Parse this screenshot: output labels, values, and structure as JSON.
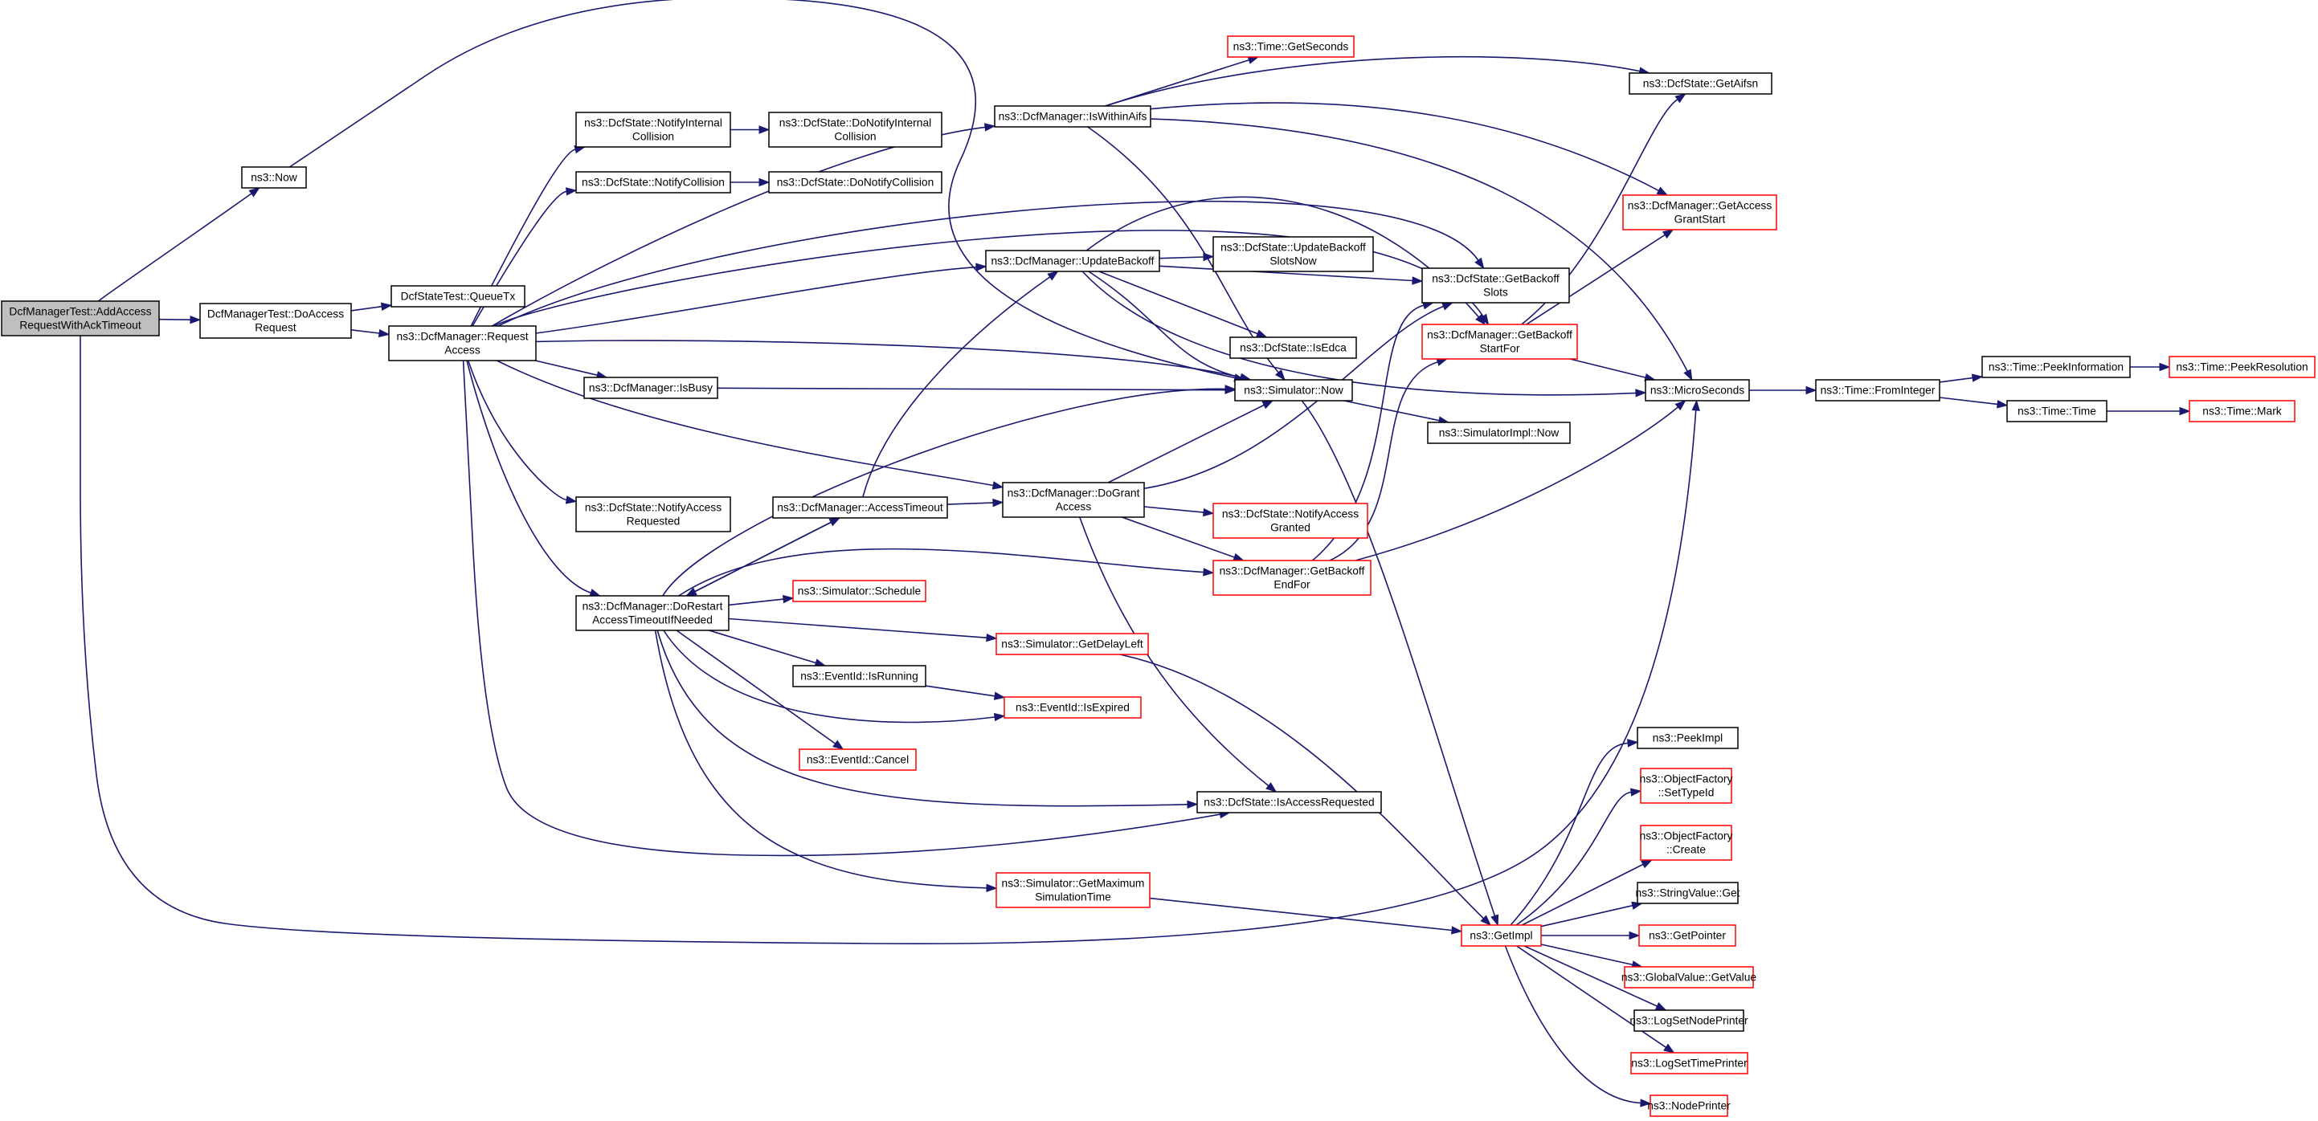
{
  "colors": {
    "edge": "#191970",
    "node_border": "#000000",
    "truncated_node_border": "#ff0000",
    "root_fill": "#bfbfbf",
    "node_fill": "#ffffff"
  },
  "nodes": [
    {
      "id": "root",
      "lines": [
        "DcfManagerTest::AddAccess",
        "RequestWithAckTimeout"
      ],
      "root": true
    },
    {
      "id": "doaccess",
      "lines": [
        "DcfManagerTest::DoAccess",
        "Request"
      ]
    },
    {
      "id": "ns3now",
      "lines": [
        "ns3::Now"
      ]
    },
    {
      "id": "queuetx",
      "lines": [
        "DcfStateTest::QueueTx"
      ]
    },
    {
      "id": "reqaccess",
      "lines": [
        "ns3::DcfManager::Request",
        "Access"
      ]
    },
    {
      "id": "notifyint",
      "lines": [
        "ns3::DcfState::NotifyInternal",
        "Collision"
      ]
    },
    {
      "id": "donotifyint",
      "lines": [
        "ns3::DcfState::DoNotifyInternal",
        "Collision"
      ]
    },
    {
      "id": "notifycoll",
      "lines": [
        "ns3::DcfState::NotifyCollision"
      ]
    },
    {
      "id": "donotifycoll",
      "lines": [
        "ns3::DcfState::DoNotifyCollision"
      ]
    },
    {
      "id": "iswithin",
      "lines": [
        "ns3::DcfManager::IsWithinAifs"
      ]
    },
    {
      "id": "getseconds",
      "lines": [
        "ns3::Time::GetSeconds"
      ],
      "truncated": true
    },
    {
      "id": "getaifsn",
      "lines": [
        "ns3::DcfState::GetAifsn"
      ]
    },
    {
      "id": "getaccessgrant",
      "lines": [
        "ns3::DcfManager::GetAccess",
        "GrantStart"
      ],
      "truncated": true
    },
    {
      "id": "updatebackoff",
      "lines": [
        "ns3::DcfManager::UpdateBackoff"
      ]
    },
    {
      "id": "updbackoffslots",
      "lines": [
        "ns3::DcfState::UpdateBackoff",
        "SlotsNow"
      ]
    },
    {
      "id": "getbackoffslots",
      "lines": [
        "ns3::DcfState::GetBackoff",
        "Slots"
      ]
    },
    {
      "id": "getbackoffstart",
      "lines": [
        "ns3::DcfManager::GetBackoff",
        "StartFor"
      ],
      "truncated": true
    },
    {
      "id": "isedca",
      "lines": [
        "ns3::DcfState::IsEdca"
      ]
    },
    {
      "id": "isbusy",
      "lines": [
        "ns3::DcfManager::IsBusy"
      ]
    },
    {
      "id": "simnow",
      "lines": [
        "ns3::Simulator::Now"
      ]
    },
    {
      "id": "simimplnow",
      "lines": [
        "ns3::SimulatorImpl::Now"
      ]
    },
    {
      "id": "microseconds",
      "lines": [
        "ns3::MicroSeconds"
      ]
    },
    {
      "id": "frominteger",
      "lines": [
        "ns3::Time::FromInteger"
      ]
    },
    {
      "id": "peekinfo",
      "lines": [
        "ns3::Time::PeekInformation"
      ]
    },
    {
      "id": "peekres",
      "lines": [
        "ns3::Time::PeekResolution"
      ],
      "truncated": true
    },
    {
      "id": "timetime",
      "lines": [
        "ns3::Time::Time"
      ]
    },
    {
      "id": "timemark",
      "lines": [
        "ns3::Time::Mark"
      ],
      "truncated": true
    },
    {
      "id": "notifyaccessreq",
      "lines": [
        "ns3::DcfState::NotifyAccess",
        "Requested"
      ]
    },
    {
      "id": "accesstimeout",
      "lines": [
        "ns3::DcfManager::AccessTimeout"
      ]
    },
    {
      "id": "dogrant",
      "lines": [
        "ns3::DcfManager::DoGrant",
        "Access"
      ]
    },
    {
      "id": "notifygranted",
      "lines": [
        "ns3::DcfState::NotifyAccess",
        "Granted"
      ],
      "truncated": true
    },
    {
      "id": "getbackoffend",
      "lines": [
        "ns3::DcfManager::GetBackoff",
        "EndFor"
      ],
      "truncated": true
    },
    {
      "id": "dorestart",
      "lines": [
        "ns3::DcfManager::DoRestart",
        "AccessTimeoutIfNeeded"
      ]
    },
    {
      "id": "schedule",
      "lines": [
        "ns3::Simulator::Schedule"
      ],
      "truncated": true
    },
    {
      "id": "getdelayleft",
      "lines": [
        "ns3::Simulator::GetDelayLeft"
      ],
      "truncated": true
    },
    {
      "id": "isrunning",
      "lines": [
        "ns3::EventId::IsRunning"
      ]
    },
    {
      "id": "isexpired",
      "lines": [
        "ns3::EventId::IsExpired"
      ],
      "truncated": true
    },
    {
      "id": "cancel",
      "lines": [
        "ns3::EventId::Cancel"
      ],
      "truncated": true
    },
    {
      "id": "isaccessreq",
      "lines": [
        "ns3::DcfState::IsAccessRequested"
      ]
    },
    {
      "id": "getmaxsim",
      "lines": [
        "ns3::Simulator::GetMaximum",
        "SimulationTime"
      ],
      "truncated": true
    },
    {
      "id": "getimpl",
      "lines": [
        "ns3::GetImpl"
      ],
      "truncated": true
    },
    {
      "id": "peekimpl",
      "lines": [
        "ns3::PeekImpl"
      ]
    },
    {
      "id": "settypeid",
      "lines": [
        "ns3::ObjectFactory",
        "::SetTypeId"
      ],
      "truncated": true
    },
    {
      "id": "create",
      "lines": [
        "ns3::ObjectFactory",
        "::Create"
      ],
      "truncated": true
    },
    {
      "id": "stringget",
      "lines": [
        "ns3::StringValue::Get"
      ]
    },
    {
      "id": "getpointer",
      "lines": [
        "ns3::GetPointer"
      ],
      "truncated": true
    },
    {
      "id": "globalget",
      "lines": [
        "ns3::GlobalValue::GetValue"
      ],
      "truncated": true
    },
    {
      "id": "lognodeprinter",
      "lines": [
        "ns3::LogSetNodePrinter"
      ]
    },
    {
      "id": "logtimeprinter",
      "lines": [
        "ns3::LogSetTimePrinter"
      ],
      "truncated": true
    },
    {
      "id": "nodeprinter",
      "lines": [
        "ns3::NodePrinter"
      ],
      "truncated": true
    }
  ]
}
